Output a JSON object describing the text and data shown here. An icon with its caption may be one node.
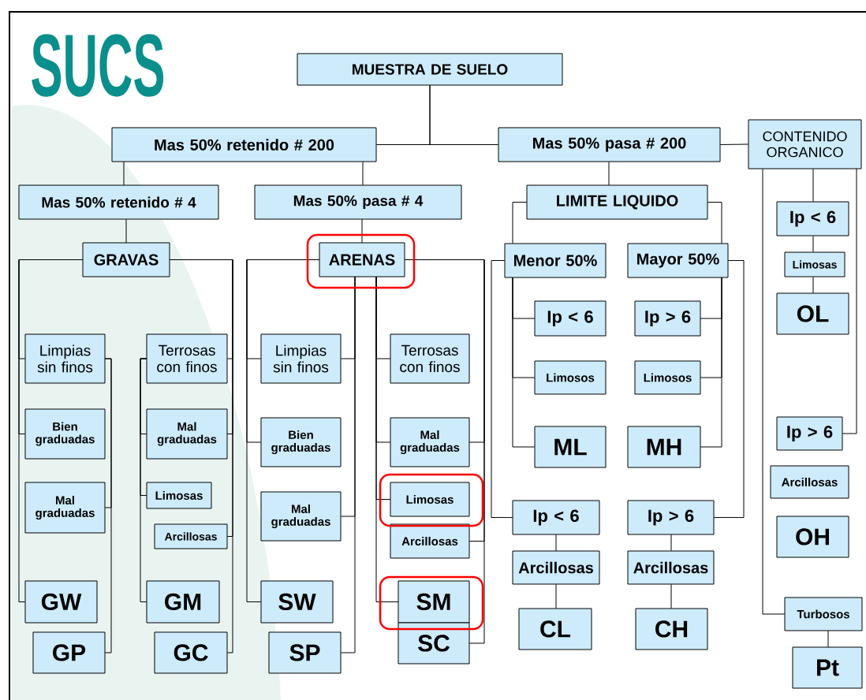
{
  "diagram": {
    "title": "SUCS",
    "nodes": [
      {
        "text": [
          "MUESTRA  DE  SUELO"
        ]
      },
      {
        "text": [
          "Mas 50% retenido # 200"
        ]
      },
      {
        "text": [
          "Mas 50% pasa # 200"
        ]
      },
      {
        "text": [
          "CONTENIDO ORGANICO"
        ]
      },
      {
        "text": [
          "Mas 50% retenido # 4"
        ]
      },
      {
        "text": [
          "Mas 50% pasa # 4"
        ]
      },
      {
        "text": [
          "LIMITE LIQUIDO"
        ]
      },
      {
        "text": [
          "GRAVAS"
        ]
      },
      {
        "text": [
          "ARENAS"
        ]
      },
      {
        "text": [
          "Menor 50%"
        ]
      },
      {
        "text": [
          "Mayor 50%"
        ]
      },
      {
        "text": [
          "Ip < 6"
        ]
      },
      {
        "text": [
          "Limosas"
        ]
      },
      {
        "text": [
          "OL"
        ]
      },
      {
        "text": [
          "Ip < 6"
        ]
      },
      {
        "text": [
          "Ip > 6"
        ]
      },
      {
        "text": [
          "Limpias sin finos"
        ]
      },
      {
        "text": [
          "Terrosas con finos"
        ]
      },
      {
        "text": [
          "Limpias sin finos"
        ]
      },
      {
        "text": [
          "Terrosas con finos"
        ]
      },
      {
        "text": [
          "Limosos"
        ]
      },
      {
        "text": [
          "Limosos"
        ]
      },
      {
        "text": [
          "Bien graduadas"
        ]
      },
      {
        "text": [
          "Mal graduadas"
        ]
      },
      {
        "text": [
          "Bien graduadas"
        ]
      },
      {
        "text": [
          "Mal graduadas"
        ]
      },
      {
        "text": [
          "ML"
        ]
      },
      {
        "text": [
          "MH"
        ]
      },
      {
        "text": [
          "Ip > 6"
        ]
      },
      {
        "text": [
          "Arcillosas"
        ]
      },
      {
        "text": [
          "Mal graduadas"
        ]
      },
      {
        "text": [
          "Limosas"
        ]
      },
      {
        "text": [
          "Limosas"
        ]
      },
      {
        "text": [
          "Ip < 6"
        ]
      },
      {
        "text": [
          "Ip > 6"
        ]
      },
      {
        "text": [
          "Mal graduadas"
        ]
      },
      {
        "text": [
          "Arcillosas"
        ]
      },
      {
        "text": [
          "Arcillosas"
        ]
      },
      {
        "text": [
          "OH"
        ]
      },
      {
        "text": [
          "Arcillosas"
        ]
      },
      {
        "text": [
          "Arcillosas"
        ]
      },
      {
        "text": [
          "GW"
        ]
      },
      {
        "text": [
          "GM"
        ]
      },
      {
        "text": [
          "SW"
        ]
      },
      {
        "text": [
          "SM"
        ]
      },
      {
        "text": [
          "Turbosos"
        ]
      },
      {
        "text": [
          "CL"
        ]
      },
      {
        "text": [
          "CH"
        ]
      },
      {
        "text": [
          "GP"
        ]
      },
      {
        "text": [
          "GC"
        ]
      },
      {
        "text": [
          "SP"
        ]
      },
      {
        "text": [
          "SC"
        ]
      },
      {
        "text": [
          "Pt"
        ]
      }
    ],
    "edges": [
      {
        "from": 0,
        "to": 1,
        "arrow": "none"
      },
      {
        "from": 0,
        "to": 2,
        "arrow": "none"
      },
      {
        "from": 2,
        "to": 3,
        "arrow": "none"
      },
      {
        "from": 1,
        "to": 4,
        "arrow": "none"
      },
      {
        "from": 1,
        "to": 5,
        "arrow": "none"
      },
      {
        "from": 2,
        "to": 6,
        "arrow": "none"
      },
      {
        "from": 4,
        "to": 7,
        "arrow": "none"
      },
      {
        "from": 5,
        "to": 8,
        "arrow": "none"
      },
      {
        "from": 7,
        "to": 16,
        "arrow": "none"
      },
      {
        "from": 7,
        "to": 22,
        "arrow": "none"
      },
      {
        "from": 7,
        "to": 41,
        "arrow": "none"
      },
      {
        "from": 16,
        "to": 30,
        "arrow": "none"
      },
      {
        "from": 16,
        "to": 48,
        "arrow": "none"
      },
      {
        "from": 7,
        "to": 17,
        "arrow": "none"
      },
      {
        "from": 7,
        "to": 23,
        "arrow": "none"
      },
      {
        "from": 7,
        "to": 36,
        "arrow": "none"
      },
      {
        "from": 7,
        "to": 49,
        "arrow": "none"
      },
      {
        "from": 17,
        "to": 23,
        "arrow": "none"
      },
      {
        "from": 17,
        "to": 31,
        "arrow": "none"
      },
      {
        "from": 17,
        "to": 42,
        "arrow": "none"
      },
      {
        "from": 8,
        "to": 18,
        "arrow": "none"
      },
      {
        "from": 8,
        "to": 24,
        "arrow": "none"
      },
      {
        "from": 8,
        "to": 43,
        "arrow": "none"
      },
      {
        "from": 8,
        "to": 18,
        "arrow": "none"
      },
      {
        "from": 8,
        "to": 35,
        "arrow": "none"
      },
      {
        "from": 8,
        "to": 50,
        "arrow": "none"
      },
      {
        "from": 8,
        "to": 19,
        "arrow": "none"
      },
      {
        "from": 8,
        "to": 25,
        "arrow": "none"
      },
      {
        "from": 8,
        "to": 32,
        "arrow": "none"
      },
      {
        "from": 8,
        "to": 44,
        "arrow": "none"
      },
      {
        "from": 8,
        "to": 25,
        "arrow": "none"
      },
      {
        "from": 8,
        "to": 37,
        "arrow": "none"
      },
      {
        "from": 8,
        "to": 51,
        "arrow": "none"
      },
      {
        "from": 6,
        "to": 9,
        "arrow": "none"
      },
      {
        "from": 6,
        "to": 10,
        "arrow": "none"
      },
      {
        "from": 9,
        "to": 14,
        "arrow": "none"
      },
      {
        "from": 9,
        "to": 20,
        "arrow": "none"
      },
      {
        "from": 9,
        "to": 26,
        "arrow": "none"
      },
      {
        "from": 9,
        "to": 33,
        "arrow": "none"
      },
      {
        "from": 10,
        "to": 15,
        "arrow": "none"
      },
      {
        "from": 10,
        "to": 21,
        "arrow": "none"
      },
      {
        "from": 10,
        "to": 27,
        "arrow": "none"
      },
      {
        "from": 10,
        "to": 34,
        "arrow": "none"
      },
      {
        "from": 33,
        "to": 39,
        "arrow": "none"
      },
      {
        "from": 39,
        "to": 46,
        "arrow": "none"
      },
      {
        "from": 34,
        "to": 40,
        "arrow": "none"
      },
      {
        "from": 40,
        "to": 47,
        "arrow": "none"
      },
      {
        "from": 3,
        "to": 11,
        "arrow": "none"
      },
      {
        "from": 11,
        "to": 12,
        "arrow": "none"
      },
      {
        "from": 12,
        "to": 13,
        "arrow": "none"
      },
      {
        "from": 3,
        "to": 28,
        "arrow": "none"
      },
      {
        "from": 3,
        "to": 45,
        "arrow": "none"
      },
      {
        "from": 45,
        "to": 52,
        "arrow": "none"
      }
    ]
  }
}
